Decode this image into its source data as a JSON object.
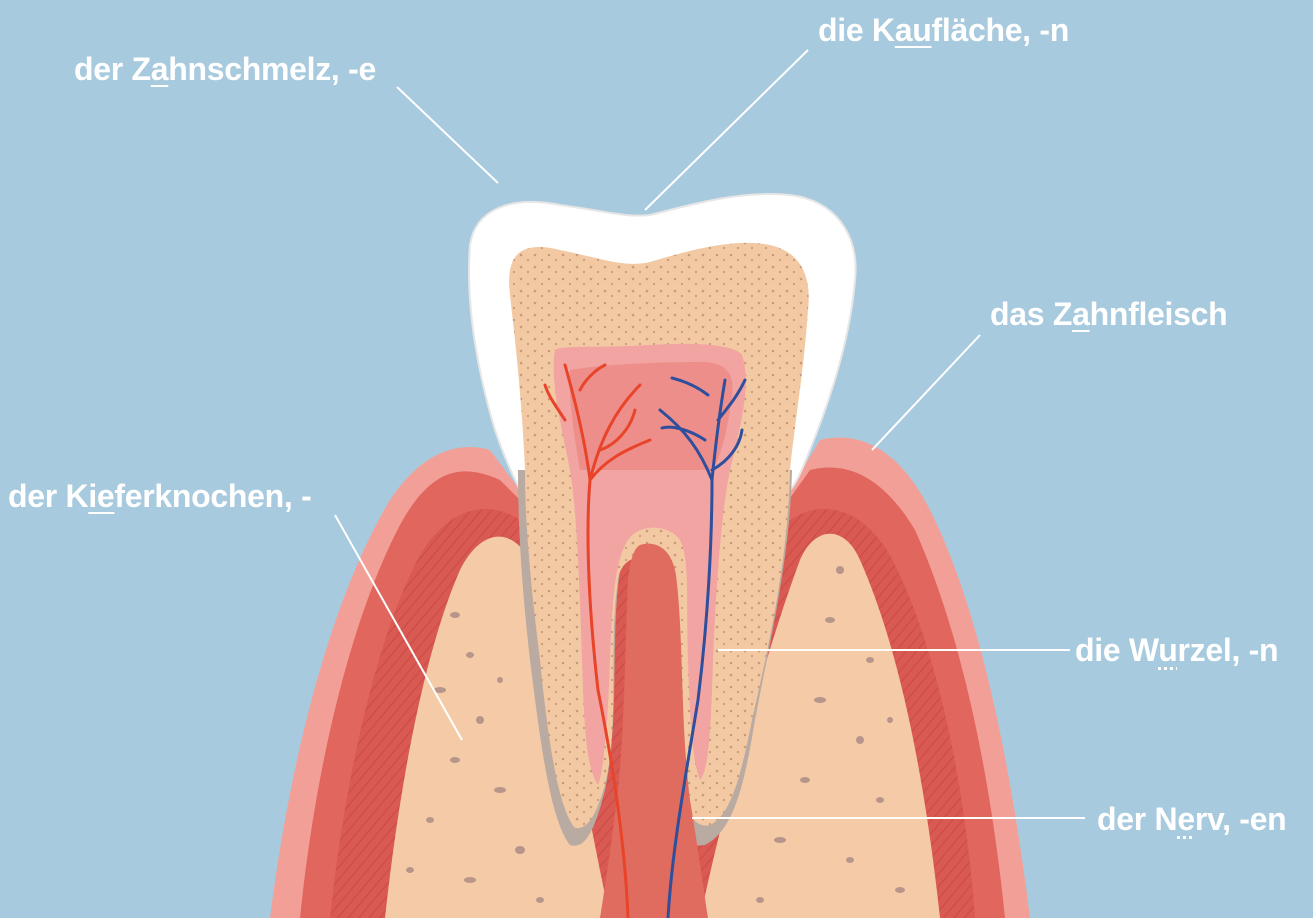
{
  "labels": {
    "zahnschmelz": {
      "pre": "der Z",
      "mark": "a",
      "post": "hnschmelz, -e"
    },
    "kauflaeche": {
      "pre": "die K",
      "mark": "au",
      "post": "fläche, -n"
    },
    "zahnfleisch": {
      "pre": "das Z",
      "mark": "a",
      "post": "hnfleisch"
    },
    "kieferknochen": {
      "pre": "der K",
      "mark": "ie",
      "post": "ferknochen, -"
    },
    "wurzel": {
      "pre": "die W",
      "mark": "u",
      "post": "rzel, -n"
    },
    "nerv": {
      "pre": "der N",
      "mark": "e",
      "post": "rv, -en"
    }
  },
  "colors": {
    "background": "#a8cade",
    "enamel": "#ffffff",
    "dentin": "#f3c9a3",
    "pulp": "#f1a4a2",
    "gum": "#e97f78",
    "bone": "#f5cba7",
    "artery": "#e8442a",
    "vein": "#2f4f9c"
  }
}
